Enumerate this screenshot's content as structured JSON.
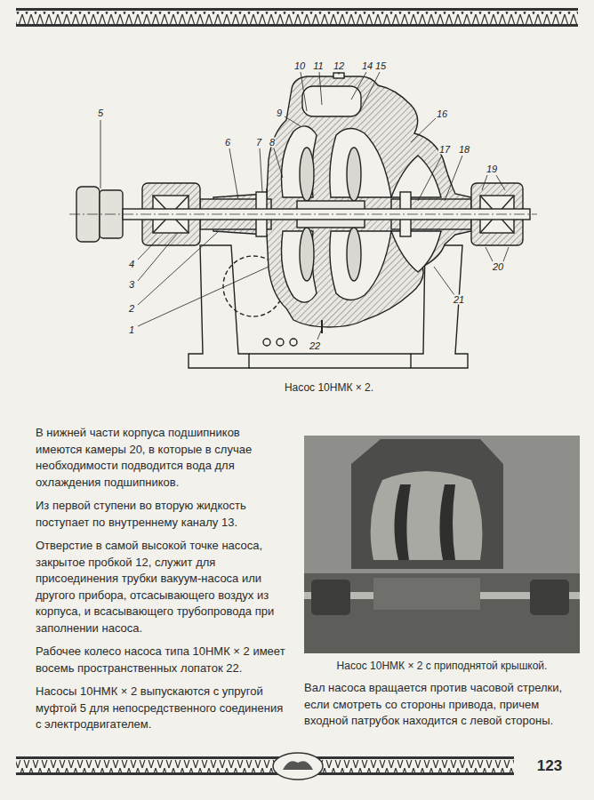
{
  "diagram": {
    "caption": "Насос 10НМК × 2.",
    "labels": [
      "10",
      "11",
      "12",
      "14",
      "15",
      "9",
      "16",
      "5",
      "6",
      "7",
      "8",
      "17",
      "18",
      "19",
      "4",
      "3",
      "2",
      "20",
      "1",
      "21",
      "22",
      "В нижней части корпуса подшипников имеются камеры 20, в которые в случае необходимости подводится вода для охлаждения подшипников.",
      "Из первой ступени во вторую жидкость поступает по внутреннему каналу 13.",
      "Отверстие в самой высокой точке насоса, закрытое пробкой 12, служит для присоединения трубки вакуум-насоса или другого прибора, отсасывающего воздух из корпуса, и всасывающего трубопровода при заполнении насоса.",
      "Рабочее колесо насоса типа 10НМК × 2 имеет восемь пространственных лопаток 22.",
      "Насосы 10НМК × 2 выпускаются с упругой муфтой 5 для непосредственного соединения с электродвигателем.",
      "Насос 10НМК × 2 с приподнятой крышкой.",
      "Вал насоса вращается против часовой стрелки, если смотреть со стороны привода, причем входной патрубок находится с левой стороны.",
      "123"
    ]
  }
}
